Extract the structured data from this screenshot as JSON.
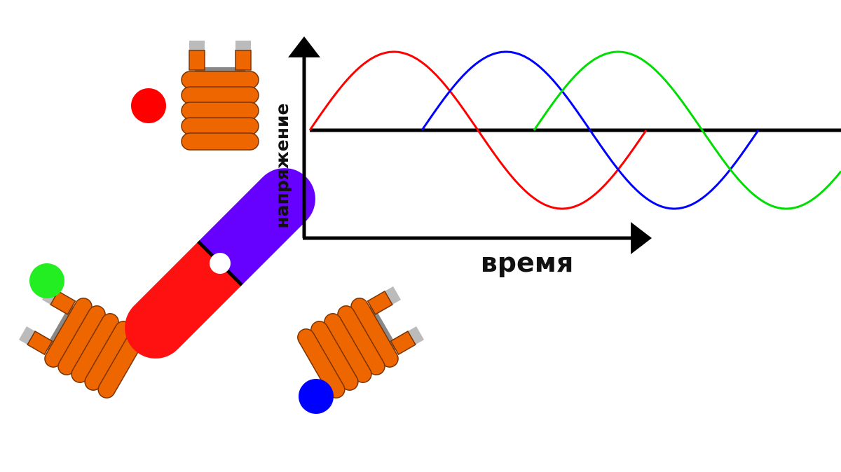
{
  "diagram": {
    "xlabel": "время",
    "ylabel": "напряжение",
    "phase_colors": {
      "a": "#ff0000",
      "b": "#0000ff",
      "c": "#00dd00"
    },
    "rotor_colors": {
      "south": "#ff0000",
      "north": "#6600ff",
      "pivot": "#ffffff"
    },
    "coil_colors": {
      "winding": "#ee6600",
      "outline": "#7a3300",
      "core": "#888888",
      "lead": "#bbbbbb"
    },
    "phase_shift_deg": 120,
    "axis_color": "#000000"
  }
}
